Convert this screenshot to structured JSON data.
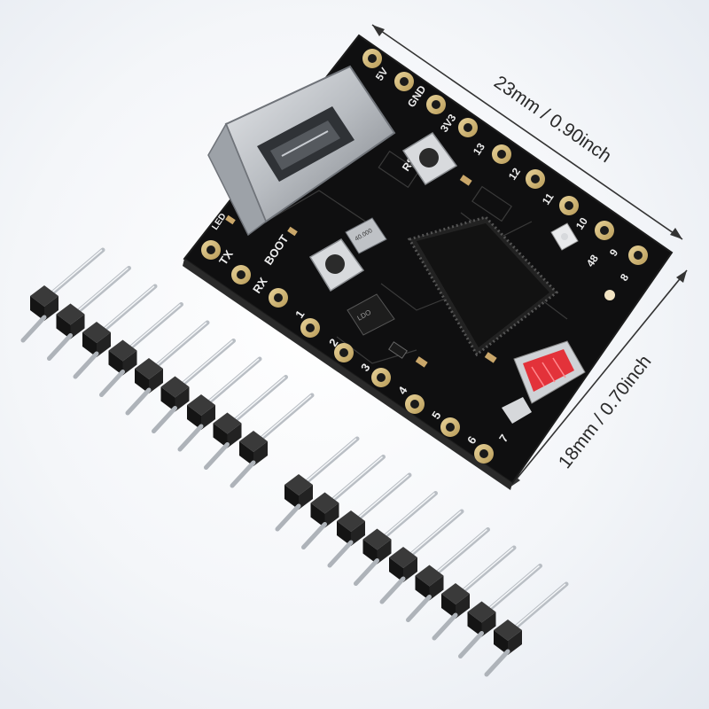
{
  "dimensions": {
    "width_label": "23mm / 0.90inch",
    "height_label": "18mm / 0.70inch"
  },
  "board": {
    "top_pins": [
      "5V",
      "GND",
      "3V3",
      "13",
      "12",
      "11",
      "10",
      "9"
    ],
    "bottom_pins": [
      "TX",
      "RX",
      "1",
      "2",
      "3",
      "4",
      "5",
      "6",
      "7"
    ],
    "right_pin": "8",
    "silk_labels": {
      "boot": "BOOT",
      "rst": "RST",
      "led": "48",
      "led_left": "LED"
    },
    "crystal_text": "40.000",
    "ldo_text": "LDO"
  },
  "pin_headers": {
    "count": 2,
    "pins_per_header": 9
  }
}
